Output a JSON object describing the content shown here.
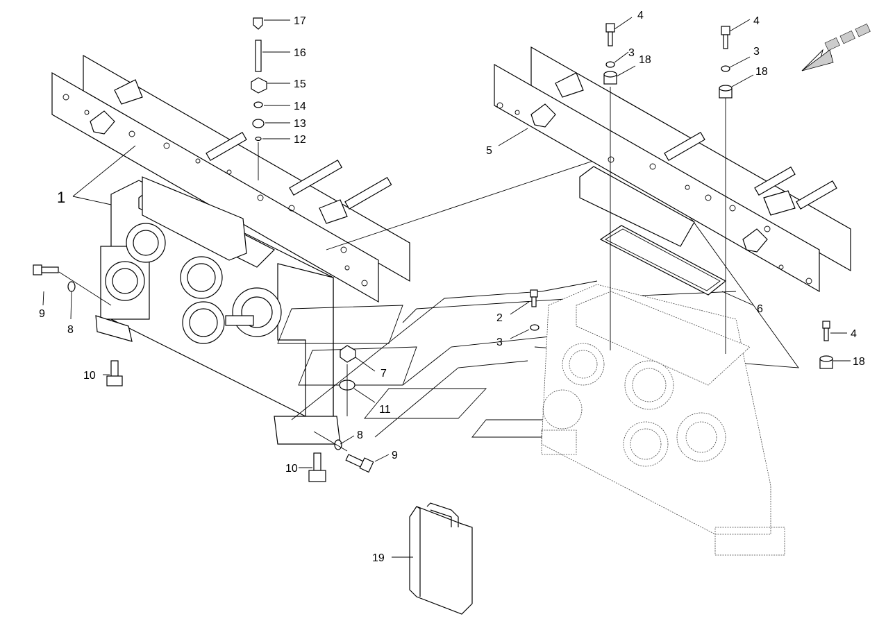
{
  "diagram": {
    "callouts": {
      "c1": "1",
      "c2": "2",
      "c3a": "3",
      "c3b": "3",
      "c3c": "3",
      "c4a": "4",
      "c4b": "4",
      "c4c": "4",
      "c5": "5",
      "c6": "6",
      "c7": "7",
      "c8a": "8",
      "c8b": "8",
      "c9a": "9",
      "c9b": "9",
      "c10a": "10",
      "c10b": "10",
      "c11": "11",
      "c12": "12",
      "c13": "13",
      "c14": "14",
      "c15": "15",
      "c16": "16",
      "c17": "17",
      "c18a": "18",
      "c18b": "18",
      "c18c": "18",
      "c19": "19"
    }
  }
}
